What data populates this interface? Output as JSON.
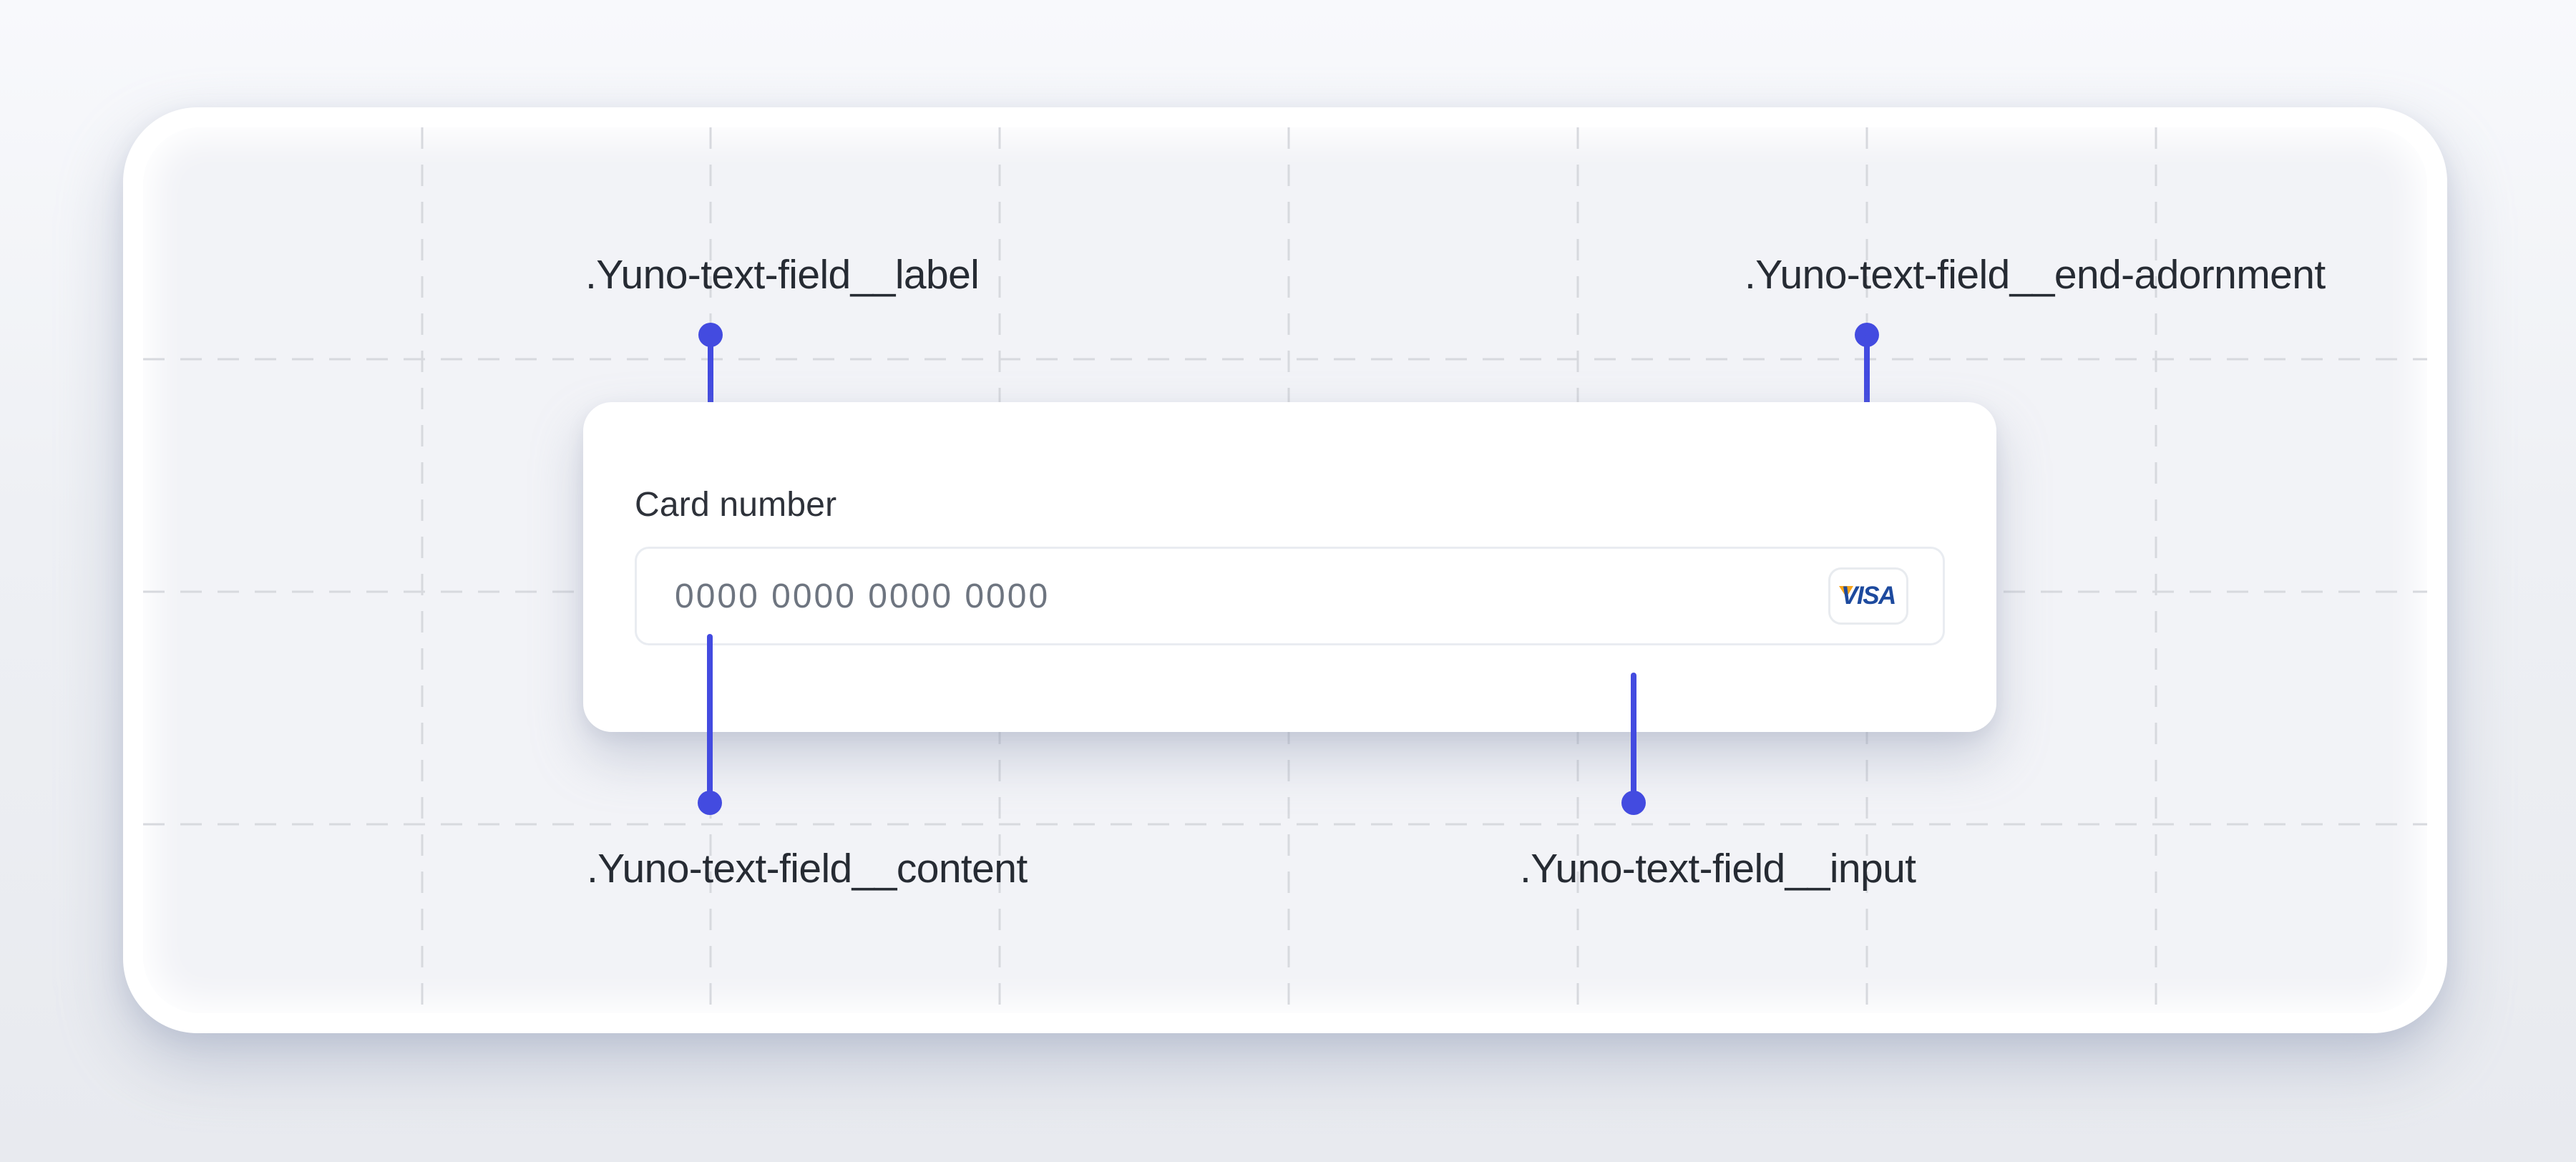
{
  "diagram": {
    "annotations": {
      "label": ".Yuno-text-field__label",
      "end_adornment": ".Yuno-text-field__end-adornment",
      "content": ".Yuno-text-field__content",
      "input": ".Yuno-text-field__input"
    }
  },
  "text_field": {
    "label": "Card number",
    "input_value": "",
    "placeholder": "0000 0000 0000 0000",
    "end_adornment_brand": "VISA"
  },
  "colors": {
    "accent_blue": "#434BE0",
    "visa_blue": "#1D4A9E",
    "visa_orange": "#F9A51A"
  }
}
